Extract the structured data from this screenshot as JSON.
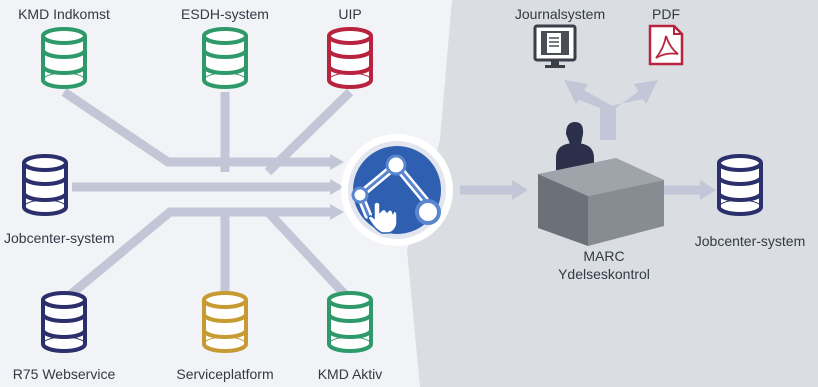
{
  "sources": {
    "kmd_indkomst": {
      "label": "KMD Indkomst",
      "color": "#2e9a6a"
    },
    "esdh": {
      "label": "ESDH-system",
      "color": "#2e9a6a"
    },
    "uip": {
      "label": "UIP",
      "color": "#b8243f"
    },
    "jobcenter_left": {
      "label": "Jobcenter-system",
      "color": "#2b2f6b"
    },
    "r75": {
      "label": "R75 Webservice",
      "color": "#2b2f6b"
    },
    "serviceplatform": {
      "label": "Serviceplatform",
      "color": "#c79a32"
    },
    "kmd_aktiv": {
      "label": "KMD Aktiv",
      "color": "#2e9a6a"
    }
  },
  "outputs": {
    "journalsystem": {
      "label": "Journalsystem"
    },
    "pdf": {
      "label": "PDF",
      "badge": "PDF",
      "color": "#b8243f"
    }
  },
  "marc": {
    "label_line1": "MARC",
    "label_line2": "Ydelseskontrol"
  },
  "target": {
    "label": "Jobcenter-system",
    "color": "#2b2f6b"
  },
  "robot": {
    "icon": "robot-arm-icon",
    "accent": "#2f5fb0"
  },
  "colors": {
    "left_bg": "#f1f3f6",
    "right_bg": "#dadde1",
    "arrow": "#c3c6d6"
  }
}
